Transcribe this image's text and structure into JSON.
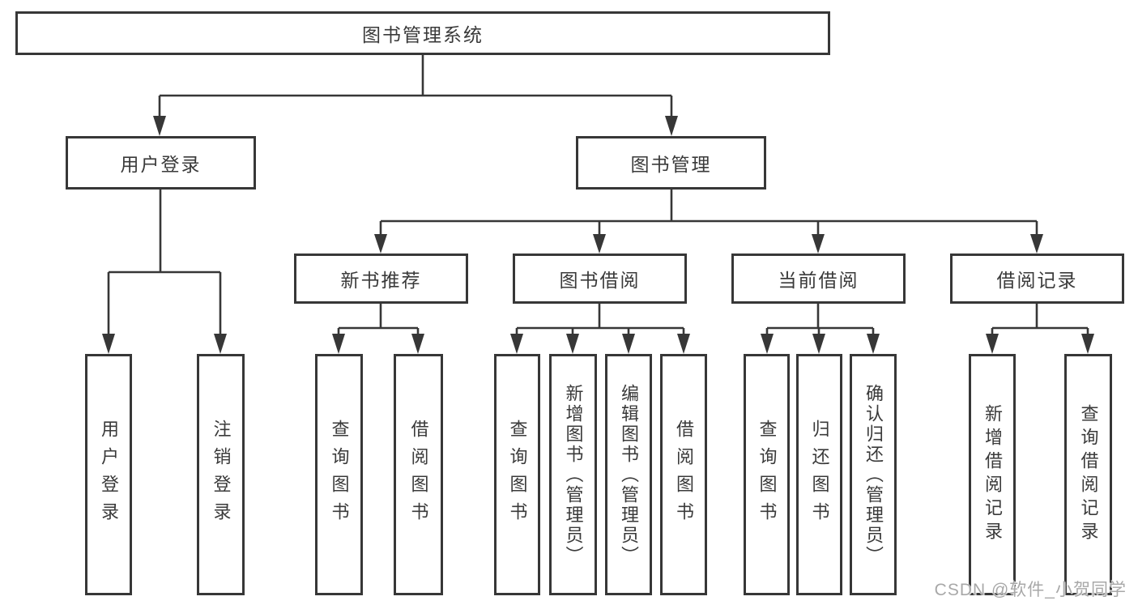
{
  "diagram": {
    "root": {
      "label": "图书管理系统"
    },
    "level2": {
      "user_login": {
        "label": "用户登录"
      },
      "book_mgmt": {
        "label": "图书管理"
      }
    },
    "level3": {
      "new_books": {
        "label": "新书推荐"
      },
      "borrow": {
        "label": "图书借阅"
      },
      "current": {
        "label": "当前借阅"
      },
      "records": {
        "label": "借阅记录"
      }
    },
    "leaves": {
      "user_login": [
        "用户登录",
        "注销登录"
      ],
      "new_books": [
        "查询图书",
        "借阅图书"
      ],
      "borrow": [
        "查询图书",
        "新增图书（管理员）",
        "编辑图书（管理员）",
        "借阅图书"
      ],
      "current": [
        "查询图书",
        "归还图书",
        "确认归还（管理员）"
      ],
      "records": [
        "新增借阅记录",
        "查询借阅记录"
      ]
    },
    "watermark": "CSDN @软件_小贺同学",
    "colors": {
      "line": "#373737",
      "text": "#3a3a3a",
      "watermark": "#a8a8a8",
      "background": "#ffffff"
    }
  }
}
